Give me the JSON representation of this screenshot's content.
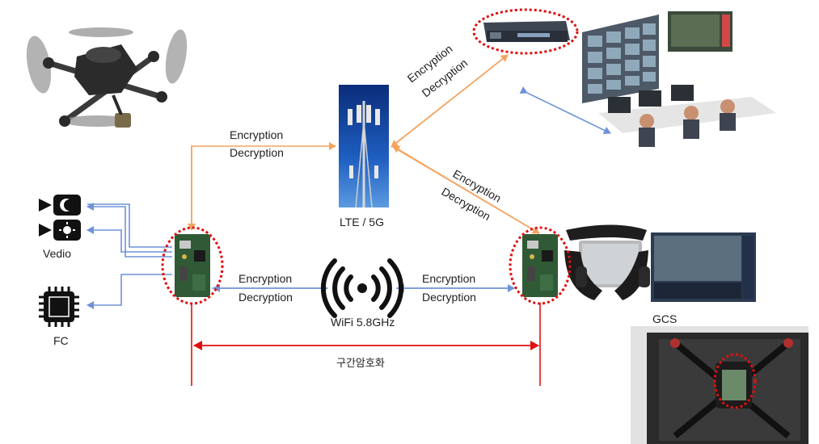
{
  "labels": {
    "lte": "LTE / 5G",
    "wifi": "WiFi 5.8GHz",
    "video": "Vedio",
    "fc": "FC",
    "gcs": "GCS",
    "section_encryption": "구간암호화"
  },
  "link_labels": {
    "drone_to_lte": {
      "line1": "Encryption",
      "line2": "Decryption"
    },
    "lte_to_server": {
      "line1": "Encryption",
      "line2": "Decryption"
    },
    "lte_to_gcs": {
      "line1": "Encryption",
      "line2": "Decryption"
    },
    "drone_to_wifi": {
      "line1": "Encryption",
      "line2": "Decryption"
    },
    "wifi_to_gcs": {
      "line1": "Encryption",
      "line2": "Decryption"
    }
  },
  "colors": {
    "orange_link": "#f4a460",
    "blue_link": "#6f93d6",
    "red_highlight": "#e01010",
    "board_green": "#2f5a35"
  },
  "icons": [
    "drone-icon",
    "cell-tower-icon",
    "server-rack-icon",
    "control-room-icon",
    "night-camera-icon",
    "day-camera-icon",
    "chip-icon",
    "wifi-icon",
    "gcs-controller-icon",
    "drone-top-view-photo"
  ]
}
